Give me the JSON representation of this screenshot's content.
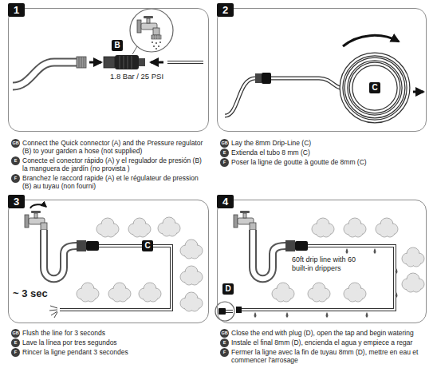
{
  "diagram": {
    "nodes": [
      {
        "text": [
          "1"
        ]
      },
      {
        "text": [
          "B"
        ],
        "in": 0
      },
      {
        "text": [
          "2"
        ]
      },
      {
        "text": [
          "C"
        ],
        "in": 2
      },
      {
        "text": [
          "3"
        ]
      },
      {
        "text": [
          "C"
        ],
        "in": 4
      },
      {
        "text": [
          "4"
        ]
      },
      {
        "text": [
          "D"
        ],
        "in": 6
      },
      {
        "text": [
          "GB"
        ]
      },
      {
        "text": [
          "E"
        ]
      },
      {
        "text": [
          "F"
        ]
      },
      {
        "text": [
          "GB"
        ]
      },
      {
        "text": [
          "E"
        ]
      },
      {
        "text": [
          "F"
        ]
      },
      {
        "text": [
          "GB"
        ]
      },
      {
        "text": [
          "E"
        ]
      },
      {
        "text": [
          "F"
        ]
      },
      {
        "text": [
          "GB"
        ]
      },
      {
        "text": [
          "E"
        ]
      },
      {
        "text": [
          "F"
        ]
      }
    ],
    "labels": [
      "1.8 Bar / 25 PSI",
      "Connect the Quick connector (A) and the Pressure regulator (B) to your garden a hose (not supplied)",
      "Conecte el conector rápido (A) y el regulador de presión (B) la manguera de jardín (no provista )",
      "Branchez le raccord rapide (A) et le régulateur de pression (B) au tuyau (non fourni)",
      "Lay the 8mm Drip-Line (C)",
      "Extienda el tubo 8 mm (C)",
      "Poser la ligne de goutte à goutte de 8mm (C)",
      "~ 3 sec",
      "60ft drip line with 60 built-in drippers",
      "Flush the line for 3 seconds",
      "Lave la línea por tres segundos",
      "Rincer la ligne pendant 3 secondes",
      "Close the end with plug (D), open the tap and begin watering",
      "Instale el final 8mm (D), encienda el agua y empiece a regar",
      "Fermer la ligne avec la fin de tuyau 8mm (D), mettre en eau et commencer l'arrosage"
    ]
  }
}
